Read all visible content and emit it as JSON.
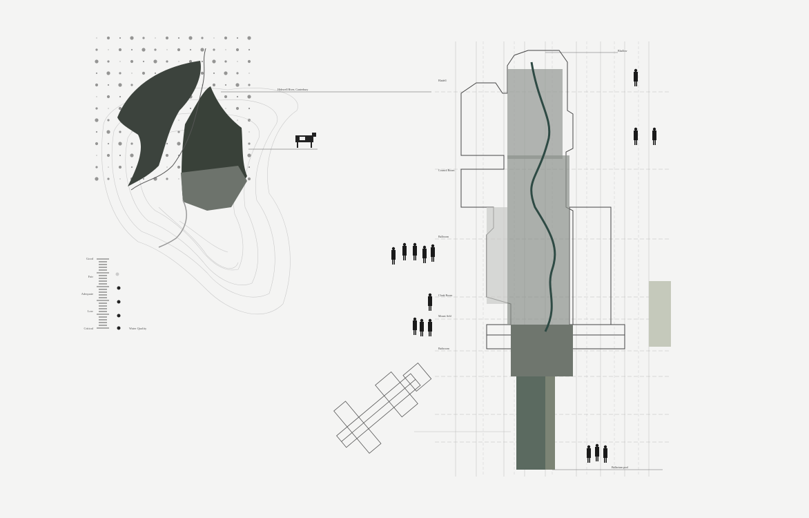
{
  "map_labels": {
    "river": "Hidewell River, Canterbury"
  },
  "plan_labels": [
    "Bladlow",
    "Bladell",
    "Council Room",
    "Ballroom",
    "Cloak Room",
    "Mount Arbl",
    "Bathroom",
    "Bellarium pool"
  ],
  "legend": {
    "levels": [
      "Good",
      "Fair",
      "Adequate",
      "Low",
      "Critical"
    ],
    "title": "Water Quality"
  },
  "colors": {
    "background": "#f4f4f3",
    "aerial": "#3c433d",
    "pool": "#5b6a60",
    "line": "#444444"
  }
}
